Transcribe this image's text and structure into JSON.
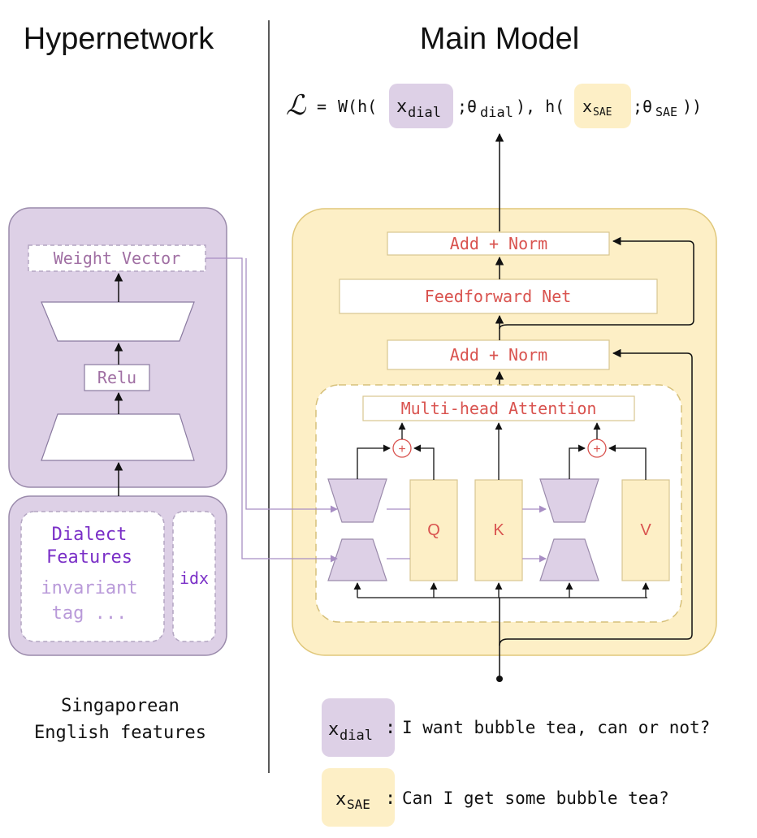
{
  "titles": {
    "left": "Hypernetwork",
    "right": "Main Model"
  },
  "loss": {
    "symbol": "ℒ",
    "eq": "=",
    "w_open": "W(h(",
    "x_dial": "x",
    "x_dial_sub": "dial",
    "theta_dial_pre": ";θ",
    "theta_dial_sub": "dial",
    "mid": "), h(",
    "x_sae": "x",
    "x_sae_sub": "SAE",
    "theta_sae_pre": ";θ",
    "theta_sae_sub": "SAE",
    "close": "))"
  },
  "hypernetwork": {
    "weight_vector": "Weight Vector",
    "relu": "Relu",
    "dialect_line1": "Dialect",
    "dialect_line2": "Features",
    "invariant": "invariant",
    "tag": "tag ...",
    "idx": "idx",
    "caption_line1": "Singaporean",
    "caption_line2": "English features"
  },
  "main_model": {
    "add_norm_top": "Add + Norm",
    "feedforward": "Feedforward Net",
    "add_norm_bottom": "Add + Norm",
    "mha": "Multi-head Attention",
    "plus": "+",
    "q": "Q",
    "k": "K",
    "v": "V"
  },
  "examples": {
    "dial_x": "x",
    "dial_sub": "dial",
    "dial_colon": ":",
    "dial_text": "I want bubble tea, can or not?",
    "sae_x": "x",
    "sae_sub": "SAE",
    "sae_colon": ":",
    "sae_text": "Can I get some bubble tea?"
  },
  "colors": {
    "purple_fill": "#ddd0e6",
    "purple_stroke": "#9a8aab",
    "yellow_fill": "#fdefc6",
    "yellow_stroke": "#e0c77a",
    "red_text": "#d9534f",
    "purple_text": "#7a2fc7",
    "light_purple_text": "#b99ad9",
    "arrow_purple": "#a88ec4"
  }
}
